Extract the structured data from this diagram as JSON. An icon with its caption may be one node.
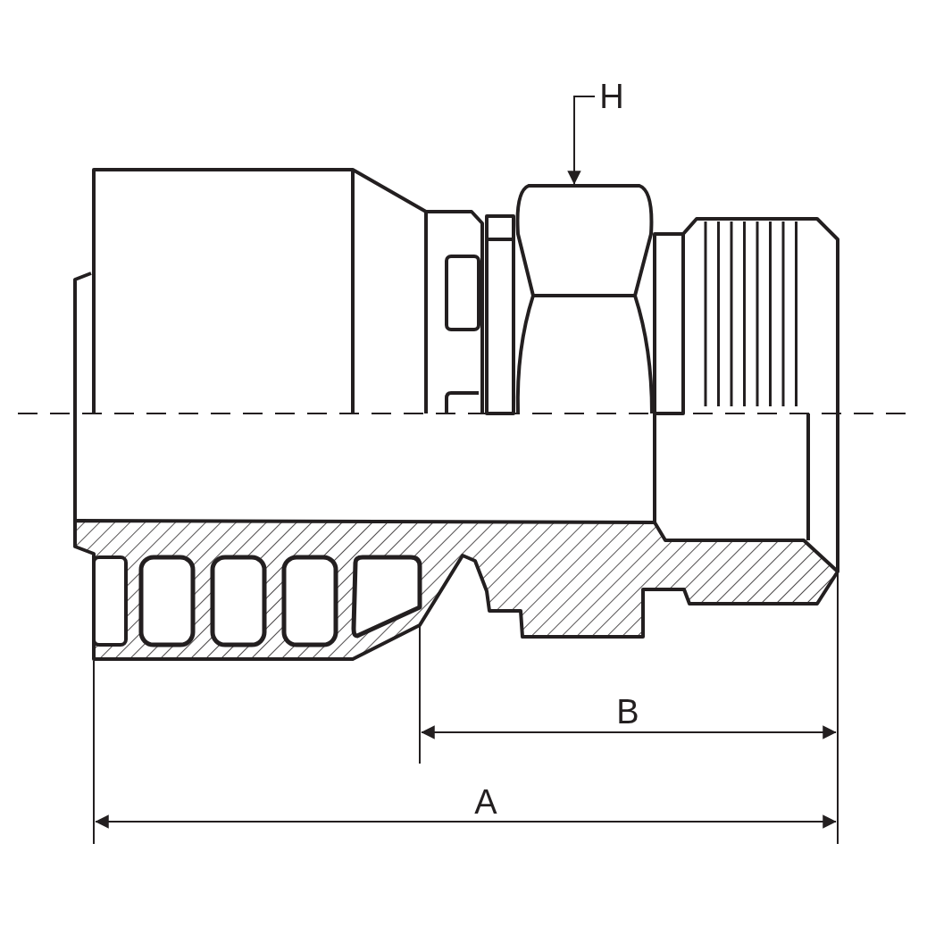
{
  "diagram": {
    "nodes": [
      {
        "text": [
          "H"
        ]
      },
      {
        "text": [],
        "shape": "hexagon"
      }
    ],
    "edges": [
      {
        "from": 0,
        "to": 1,
        "arrow": "to"
      }
    ],
    "labels": [
      "B",
      "A"
    ]
  }
}
